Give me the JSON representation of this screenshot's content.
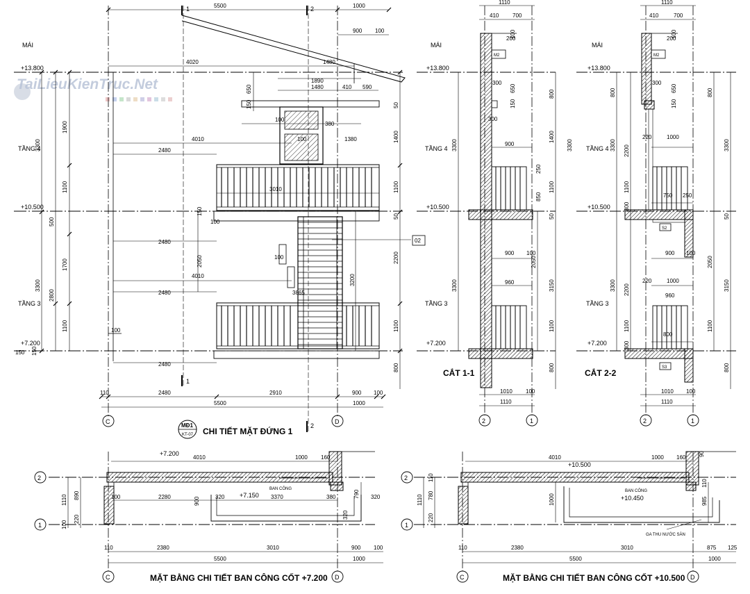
{
  "watermark": "TaiLieuKienTruc.Net",
  "titles": {
    "elevation": "CHI TIẾT MẶT ĐỨNG 1",
    "cut11": "CẮT 1-1",
    "cut22": "CẮT 2-2",
    "plan72": "MẶT BẰNG CHI TIẾT BAN CÔNG CỐT +7.200",
    "plan105": "MẶT BẰNG CHI TIẾT BAN CÔNG CỐT +10.500"
  },
  "tag": {
    "top": "MĐ1",
    "bottom": "KT-07"
  },
  "callout": "02",
  "levels": {
    "roof_label": "MÁI",
    "l4": "TẦNG 4",
    "l3": "TẦNG 3",
    "e138": "+13.800",
    "e105": "+10.500",
    "e72": "+7.200",
    "e715": "+7.150",
    "e1045": "+10.450"
  },
  "grids": {
    "c": "C",
    "d": "D",
    "g1": "1",
    "g2": "2"
  },
  "notes": {
    "balcony": "BAN CÔNG",
    "drain": "GA THU NƯỚC SÀN",
    "s2": "S2",
    "s3": "S3",
    "m2": "M2"
  },
  "elevation_dims": {
    "top_5500": "5500",
    "top_1000": "1000",
    "top_900": "900",
    "top_100": "100",
    "d4020": "4020",
    "d1480a": "1480",
    "d1890": "1890",
    "d1480b": "1480",
    "d410": "410",
    "d590": "590",
    "d650": "650",
    "d150a": "150",
    "d100a": "100",
    "d380": "380",
    "d100b": "100",
    "d1380": "1380",
    "d4010a": "4010",
    "d2480a": "2480",
    "d3010": "3010",
    "d150b": "150",
    "d100c": "100",
    "d2480b": "2480",
    "d2050": "2050",
    "d100d": "100",
    "d4010b": "4010",
    "d3865": "3865",
    "d2480c": "2480",
    "d3200": "3200",
    "d100e": "100",
    "d150c": "150",
    "d2480d": "2480",
    "b110": "110",
    "b2480": "2480",
    "b2910": "2910",
    "b900": "900",
    "b100": "100",
    "b5500": "5500",
    "b1000": "1000",
    "l3300a": "3300",
    "l1900": "1900",
    "l1100a": "1100",
    "l500": "500",
    "l3300b": "3300",
    "l1700": "1700",
    "l2800": "2800",
    "l1100b": "1100",
    "l150": "150",
    "r50a": "50",
    "r1400": "1400",
    "r1100a": "1100",
    "r50b": "50",
    "r2200": "2200",
    "r1100b": "1100",
    "r800": "800"
  },
  "cut11_dims": {
    "t1110": "1110",
    "t410": "410",
    "t700": "700",
    "t100a": "100",
    "t200": "200",
    "d300a": "300",
    "d650": "650",
    "d150": "150",
    "d300b": "300",
    "d900a": "900",
    "d250": "250",
    "d850": "850",
    "d900b": "900",
    "d100": "100",
    "d960": "960",
    "r800a": "800",
    "r1400": "1400",
    "r1100a": "1100",
    "r3300a": "3300",
    "r2050": "2050",
    "r3150": "3150",
    "r1100b": "1100",
    "r800b": "800",
    "r50": "50",
    "b1010": "1010",
    "b100": "100",
    "b1110": "1110",
    "l3300a": "3300",
    "l3300b": "3300"
  },
  "cut22_dims": {
    "t1110": "1110",
    "t410": "410",
    "t700": "700",
    "t100": "100",
    "t200": "200",
    "d300": "300",
    "d650": "650",
    "d150": "150",
    "d220a": "220",
    "d1000a": "1000",
    "d750": "750",
    "d250": "250",
    "d900": "900",
    "d100": "100",
    "d220b": "220",
    "d1000b": "1000",
    "d960": "960",
    "d800": "800",
    "l800": "800",
    "l3300a": "3300",
    "l2200a": "2200",
    "l1100a": "1100",
    "l300a": "300",
    "l3300b": "3300",
    "l2200b": "2200",
    "l1100b": "1100",
    "l300b": "300",
    "r800a": "800",
    "r3300": "3300",
    "r2050": "2050",
    "r3150": "3150",
    "r1100": "1100",
    "r800b": "800",
    "r50": "50",
    "b1010": "1010",
    "b100": "100",
    "b1110": "1110"
  },
  "plan72_dims": {
    "t4010": "4010",
    "t1000": "1000",
    "t160": "160",
    "i100": "100",
    "i2280": "2280",
    "i900": "900",
    "i320a": "320",
    "i3370": "3370",
    "i380": "380",
    "i320b": "320",
    "i790": "790",
    "i320c": "320",
    "l1110": "1110",
    "l890": "890",
    "l220": "220",
    "l100": "100",
    "b110": "110",
    "b2380": "2380",
    "b3010": "3010",
    "b900": "900",
    "b100": "100",
    "b5500": "5500",
    "b1000": "1000"
  },
  "plan105_dims": {
    "t4010": "4010",
    "t1000": "1000",
    "t160": "160",
    "t90": "90",
    "i1000": "1000",
    "i985": "985",
    "i110": "110",
    "l1110": "1110",
    "l780": "780",
    "l220": "220",
    "l110": "110",
    "b110": "110",
    "b2380": "2380",
    "b3010": "3010",
    "b875": "875",
    "b125": "125",
    "b5500": "5500",
    "b1000": "1000"
  }
}
